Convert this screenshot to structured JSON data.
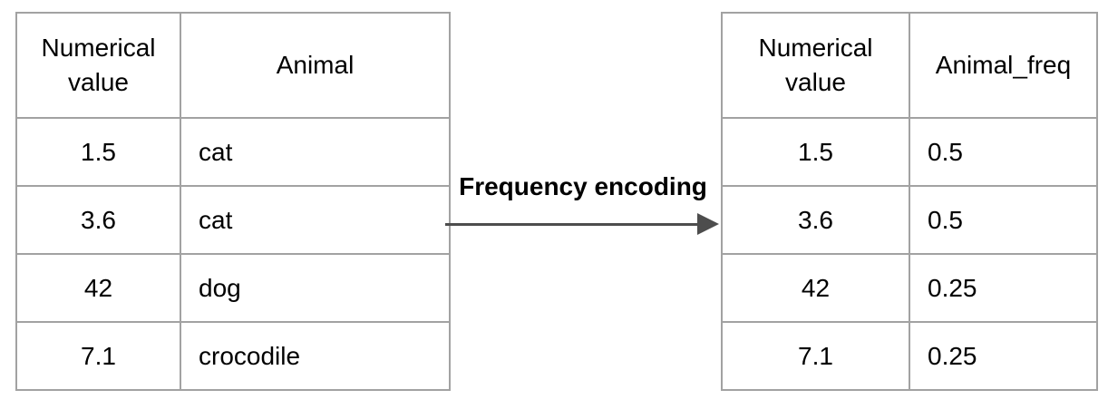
{
  "transform": {
    "label": "Frequency encoding"
  },
  "left_table": {
    "headers": [
      "Numerical value",
      "Animal"
    ],
    "rows": [
      [
        "1.5",
        "cat"
      ],
      [
        "3.6",
        "cat"
      ],
      [
        "42",
        "dog"
      ],
      [
        "7.1",
        "crocodile"
      ]
    ]
  },
  "right_table": {
    "headers": [
      "Numerical value",
      "Animal_freq"
    ],
    "rows": [
      [
        "1.5",
        "0.5"
      ],
      [
        "3.6",
        "0.5"
      ],
      [
        "42",
        "0.25"
      ],
      [
        "7.1",
        "0.25"
      ]
    ]
  },
  "colors": {
    "table_border": "#a2a2a2",
    "arrow": "#4d4d4d",
    "text": "#000000",
    "background": "#ffffff"
  }
}
